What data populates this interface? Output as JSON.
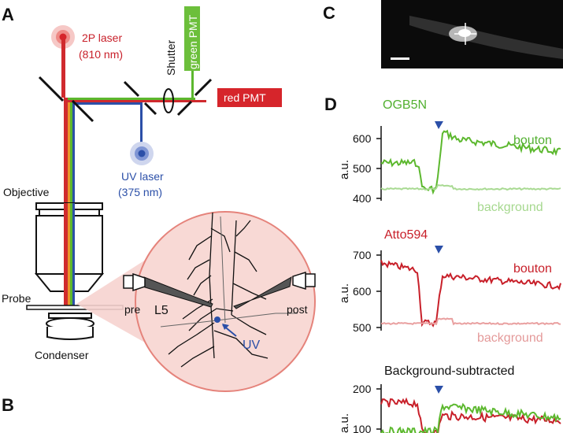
{
  "panels": {
    "a": "A",
    "b": "B",
    "c": "C",
    "d": "D"
  },
  "setup": {
    "laser_2p": "2P laser",
    "laser_2p_wl": "(810 nm)",
    "laser_uv": "UV laser",
    "laser_uv_wl": "(375 nm)",
    "shutter": "Shutter",
    "green_pmt": "green PMT",
    "red_pmt": "red PMT",
    "objective": "Objective",
    "probe": "Probe",
    "condenser": "Condenser",
    "pre": "pre",
    "post": "post",
    "layer": "L5",
    "uv": "UV"
  },
  "colors": {
    "red": "#c8202a",
    "green": "#5cb82e",
    "blue": "#2b4fa8",
    "light_red": "#e9a0a0",
    "light_green": "#a9da93",
    "marker": "#2b4fa8",
    "inset_fill": "#f8d9d5"
  },
  "traces": {
    "ogb": {
      "title": "OGB5N",
      "ylabel": "a.u.",
      "ticks": [
        "600",
        "500",
        "400"
      ],
      "bouton": "bouton",
      "background": "background"
    },
    "atto": {
      "title": "Atto594",
      "ylabel": "a.u.",
      "ticks": [
        "700",
        "600",
        "500"
      ],
      "bouton": "bouton",
      "background": "background"
    },
    "subtracted": {
      "title": "Background-subtracted",
      "ylabel": "a.u.",
      "ticks": [
        "200",
        "100"
      ]
    }
  }
}
